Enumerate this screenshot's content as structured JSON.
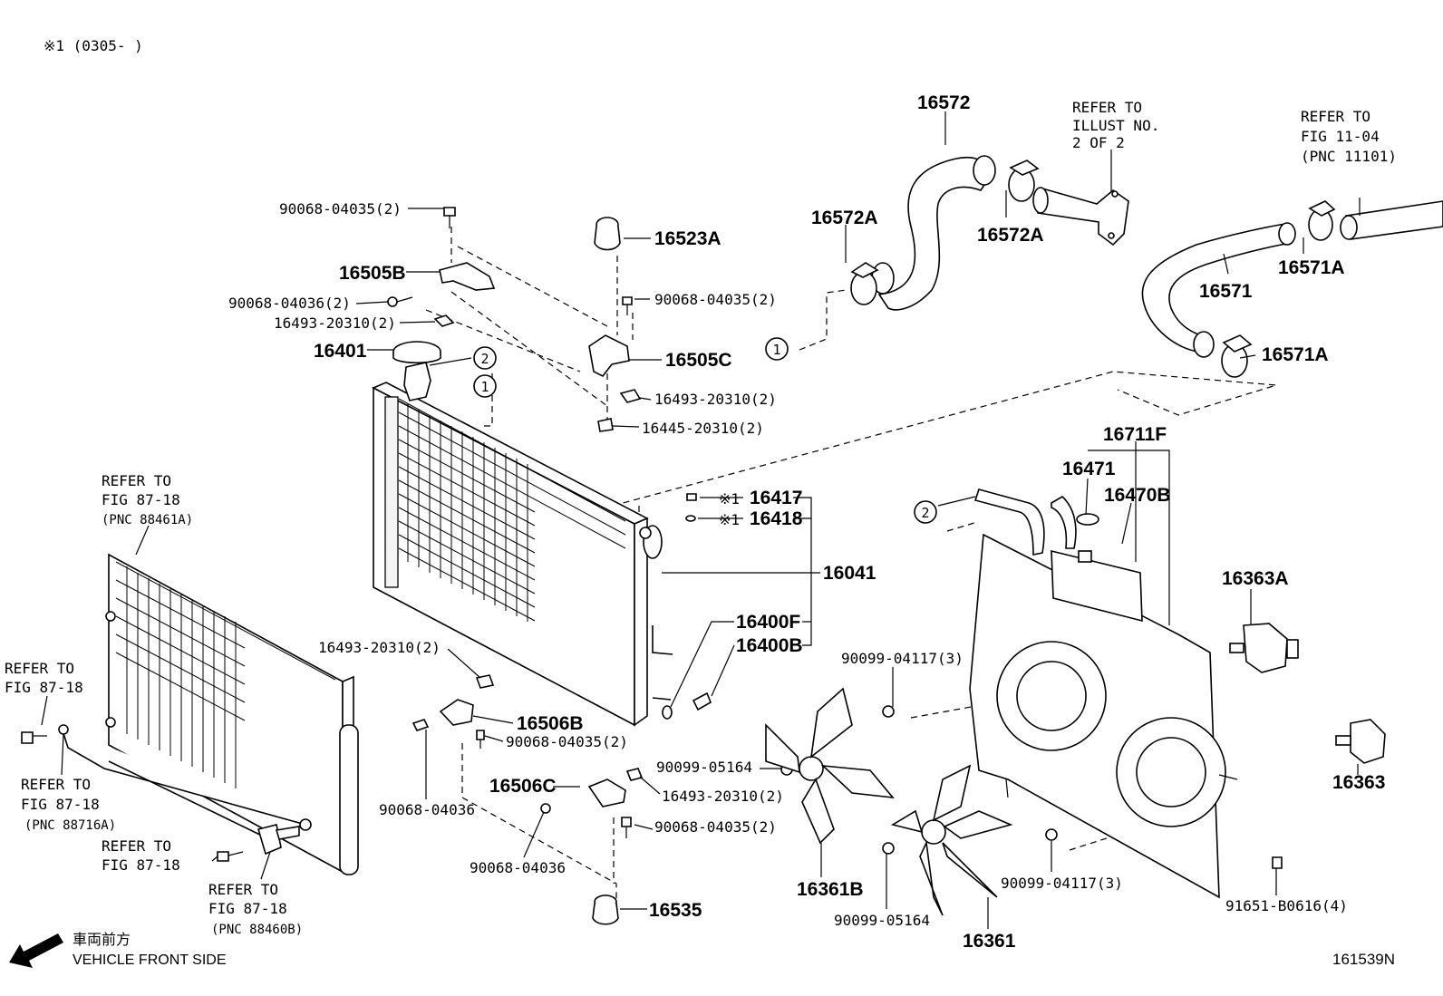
{
  "header_note": "※1 (0305-        )",
  "footer": {
    "direction_jp": "車両前方",
    "direction_en": "VEHICLE FRONT SIDE",
    "illustration_no": "161539N"
  },
  "callouts": {
    "c1": "1",
    "c2": "2"
  },
  "labels": {
    "p16572": "16572",
    "p16572A_left": "16572A",
    "p16572A_right": "16572A",
    "p16571": "16571",
    "p16571A_top": "16571A",
    "p16571A_bottom": "16571A",
    "ref_illust_1": "REFER TO",
    "ref_illust_2": "ILLUST NO.",
    "ref_illust_3": "2 OF 2",
    "ref_fig1104_1": "REFER TO",
    "ref_fig1104_2": "FIG 11-04",
    "ref_fig1104_3": "(PNC 11101)",
    "p90068_04035_a": "90068-04035(2)",
    "p16523A": "16523A",
    "p16505B": "16505B",
    "p90068_04036_a": "90068-04036(2)",
    "p90068_04035_b": "90068-04035(2)",
    "p16493_a": "16493-20310(2)",
    "p16401": "16401",
    "p16505C": "16505C",
    "p16493_b": "16493-20310(2)",
    "p16445": "16445-20310(2)",
    "mark1_a": "※1",
    "mark1_b": "※1",
    "p16417": "16417",
    "p16418": "16418",
    "p16041": "16041",
    "p16400F": "16400F",
    "p16400B": "16400B",
    "p16493_c": "16493-20310(2)",
    "p16506B": "16506B",
    "p90068_04035_c": "90068-04035(2)",
    "p90068_04036_b": "90068-04036",
    "p16506C": "16506C",
    "p16493_d": "16493-20310(2)",
    "p90068_04036_c": "90068-04036",
    "p90068_04035_d": "90068-04035(2)",
    "p16535": "16535",
    "p16711F": "16711F",
    "p16471": "16471",
    "p16470B": "16470B",
    "p16363A": "16363A",
    "p90099_04117_a": "90099-04117(3)",
    "p90099_05164_a": "90099-05164",
    "p16361B": "16361B",
    "p90099_05164_b": "90099-05164",
    "p16361": "16361",
    "p90099_04117_b": "90099-04117(3)",
    "p91651": "91651-B0616(4)",
    "p16363": "16363",
    "ref_88461A_1": "REFER TO",
    "ref_88461A_2": "FIG 87-18",
    "ref_88461A_3": "(PNC 88461A)",
    "ref_8718_a1": "REFER TO",
    "ref_8718_a2": "FIG 87-18",
    "ref_88716A_1": "REFER TO",
    "ref_88716A_2": "FIG 87-18",
    "ref_88716A_3": "(PNC 88716A)",
    "ref_8718_b1": "REFER TO",
    "ref_8718_b2": "FIG 87-18",
    "ref_88460B_1": "REFER TO",
    "ref_88460B_2": "FIG 87-18",
    "ref_88460B_3": "(PNC 88460B)"
  }
}
